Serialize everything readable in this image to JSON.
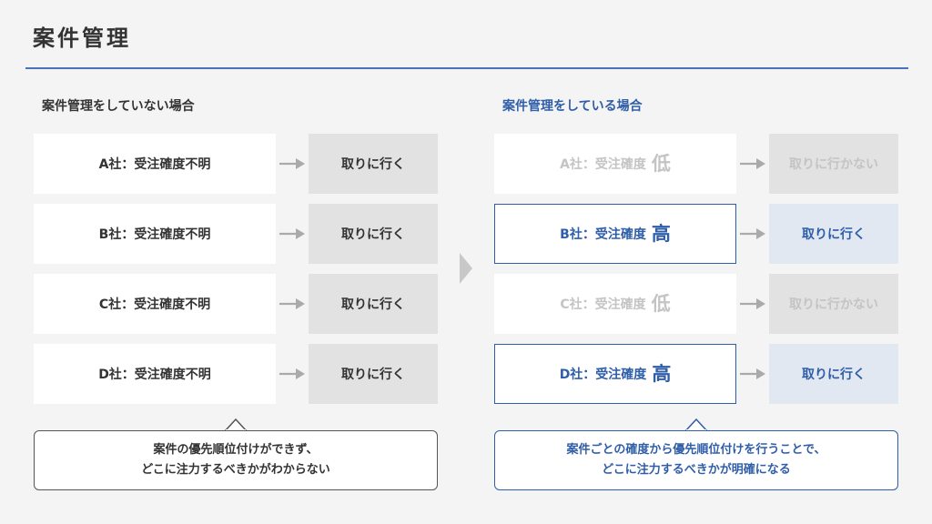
{
  "page": {
    "title": "案件管理"
  },
  "left": {
    "heading": "案件管理をしていない場合",
    "rows": [
      {
        "company": "A社：受注確度不明",
        "action": "取りに行く"
      },
      {
        "company": "B社：受注確度不明",
        "action": "取りに行く"
      },
      {
        "company": "C社：受注確度不明",
        "action": "取りに行く"
      },
      {
        "company": "D社：受注確度不明",
        "action": "取りに行く"
      }
    ],
    "callout": {
      "line1": "案件の優先順位付けができず、",
      "line2": "どこに注力するべきかがわからない"
    }
  },
  "right": {
    "heading": "案件管理をしている場合",
    "rows": [
      {
        "company": "A社：受注確度",
        "level": "低",
        "action": "取りに行かない",
        "state": "dim"
      },
      {
        "company": "B社：受注確度",
        "level": "高",
        "action": "取りに行く",
        "state": "hi"
      },
      {
        "company": "C社：受注確度",
        "level": "低",
        "action": "取りに行かない",
        "state": "dim"
      },
      {
        "company": "D社：受注確度",
        "level": "高",
        "action": "取りに行く",
        "state": "hi"
      }
    ],
    "callout": {
      "line1": "案件ごとの確度から優先順位付けを行うことで、",
      "line2": "どこに注力するべきかが明確になる"
    }
  },
  "colors": {
    "accent": "#2f5ea8",
    "rule": "#4a72ba",
    "background": "#f4f4f4",
    "action_gray": "#e2e2e2",
    "action_blue": "#e2e8f2",
    "dim_text": "#c4c4c4"
  },
  "icons": {
    "row_arrow": "arrow-right-icon",
    "center_arrow": "chevron-right-icon"
  }
}
